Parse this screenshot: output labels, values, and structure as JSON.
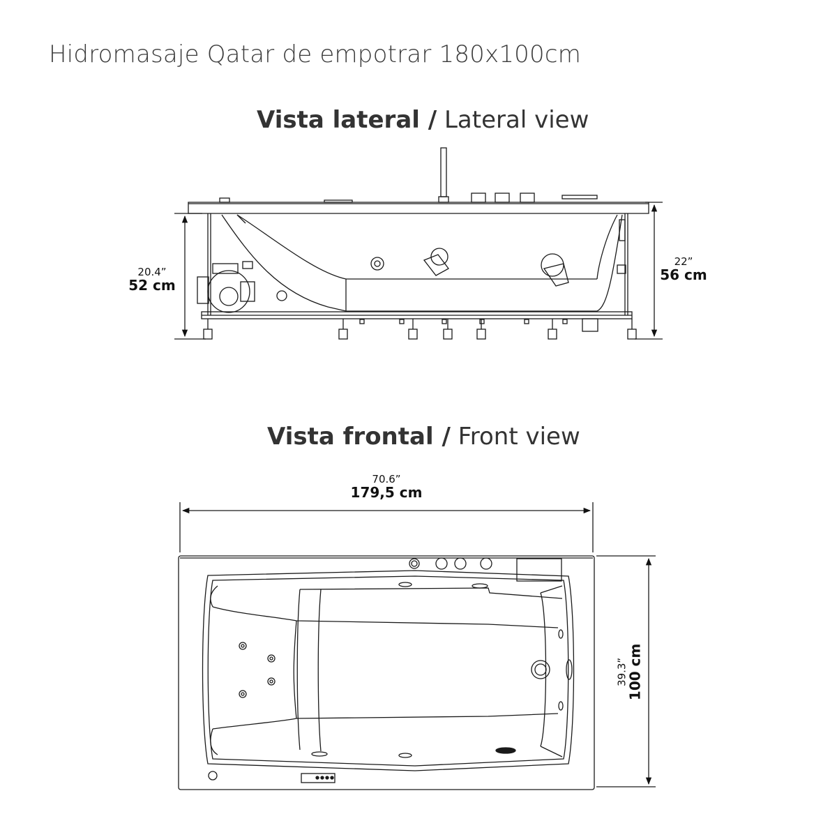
{
  "title": "Hidromasaje Qatar de empotrar 180x100cm",
  "lateral_view": {
    "title_bold": "Vista lateral /",
    "title_normal": "Lateral view",
    "dim_left": {
      "inches": "20.4”",
      "cm": "52 cm"
    },
    "dim_right": {
      "inches": "22”",
      "cm": "56 cm"
    }
  },
  "front_view": {
    "title_bold": "Vista frontal /",
    "title_normal": "Front view",
    "dim_width": {
      "inches": "70.6”",
      "cm": "179,5 cm"
    },
    "dim_depth": {
      "inches": "39.3”",
      "cm": "100 cm"
    }
  },
  "colors": {
    "line": "#1a1a1a",
    "text": "#333333"
  }
}
